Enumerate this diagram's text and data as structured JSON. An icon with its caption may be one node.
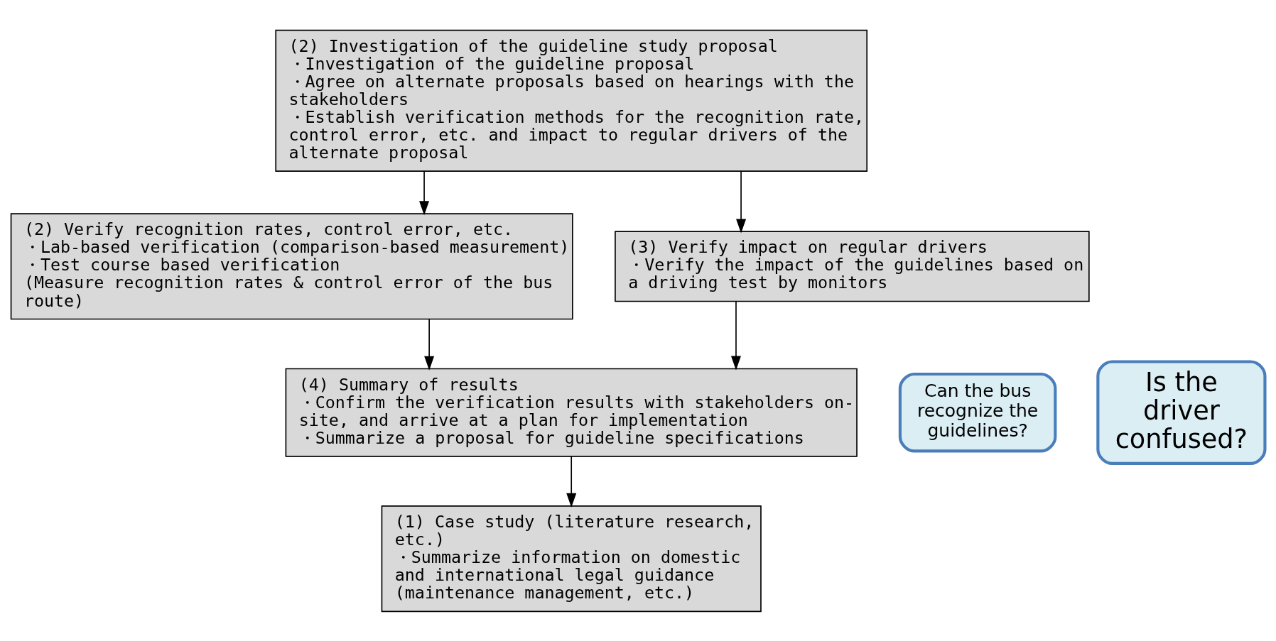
{
  "diagram": {
    "nodes": [
      {
        "text": [
          "(2) Investigation of the guideline study proposal",
          "・Investigation of the guideline proposal",
          "・Agree on alternate proposals based on hearings with the stakeholders",
          "・Establish verification methods for the recognition rate, control error, etc. and impact to regular drivers of the alternate proposal"
        ]
      },
      {
        "text": [
          "(2) Verify recognition rates, control error, etc.",
          "・Lab-based verification (comparison-based measurement)",
          "・Test course based verification",
          "(Measure recognition rates & control error of the bus route)"
        ]
      },
      {
        "text": [
          "(3) Verify impact on regular drivers",
          "・Verify the impact of the guidelines based on a driving test by monitors"
        ]
      },
      {
        "text": [
          "Can the bus recognize the guidelines?"
        ]
      },
      {
        "text": [
          "(4) Summary of results",
          "・Confirm the verification results with stakeholders on-site, and arrive at a plan for implementation",
          "・Summarize a proposal for guideline specifications"
        ]
      },
      {
        "text": [
          "Is the driver confused?"
        ]
      },
      {
        "text": [
          "(1) Case study (literature research, etc.)",
          "・Summarize information on domestic and international legal guidance (maintenance management, etc.)"
        ]
      }
    ],
    "edges": [
      {
        "from": 0,
        "to": 1,
        "arrow": "to"
      },
      {
        "from": 0,
        "to": 2,
        "arrow": "to"
      },
      {
        "from": 1,
        "to": 4,
        "arrow": "to"
      },
      {
        "from": 2,
        "to": 4,
        "arrow": "to"
      },
      {
        "from": 4,
        "to": 6,
        "arrow": "to"
      }
    ]
  }
}
